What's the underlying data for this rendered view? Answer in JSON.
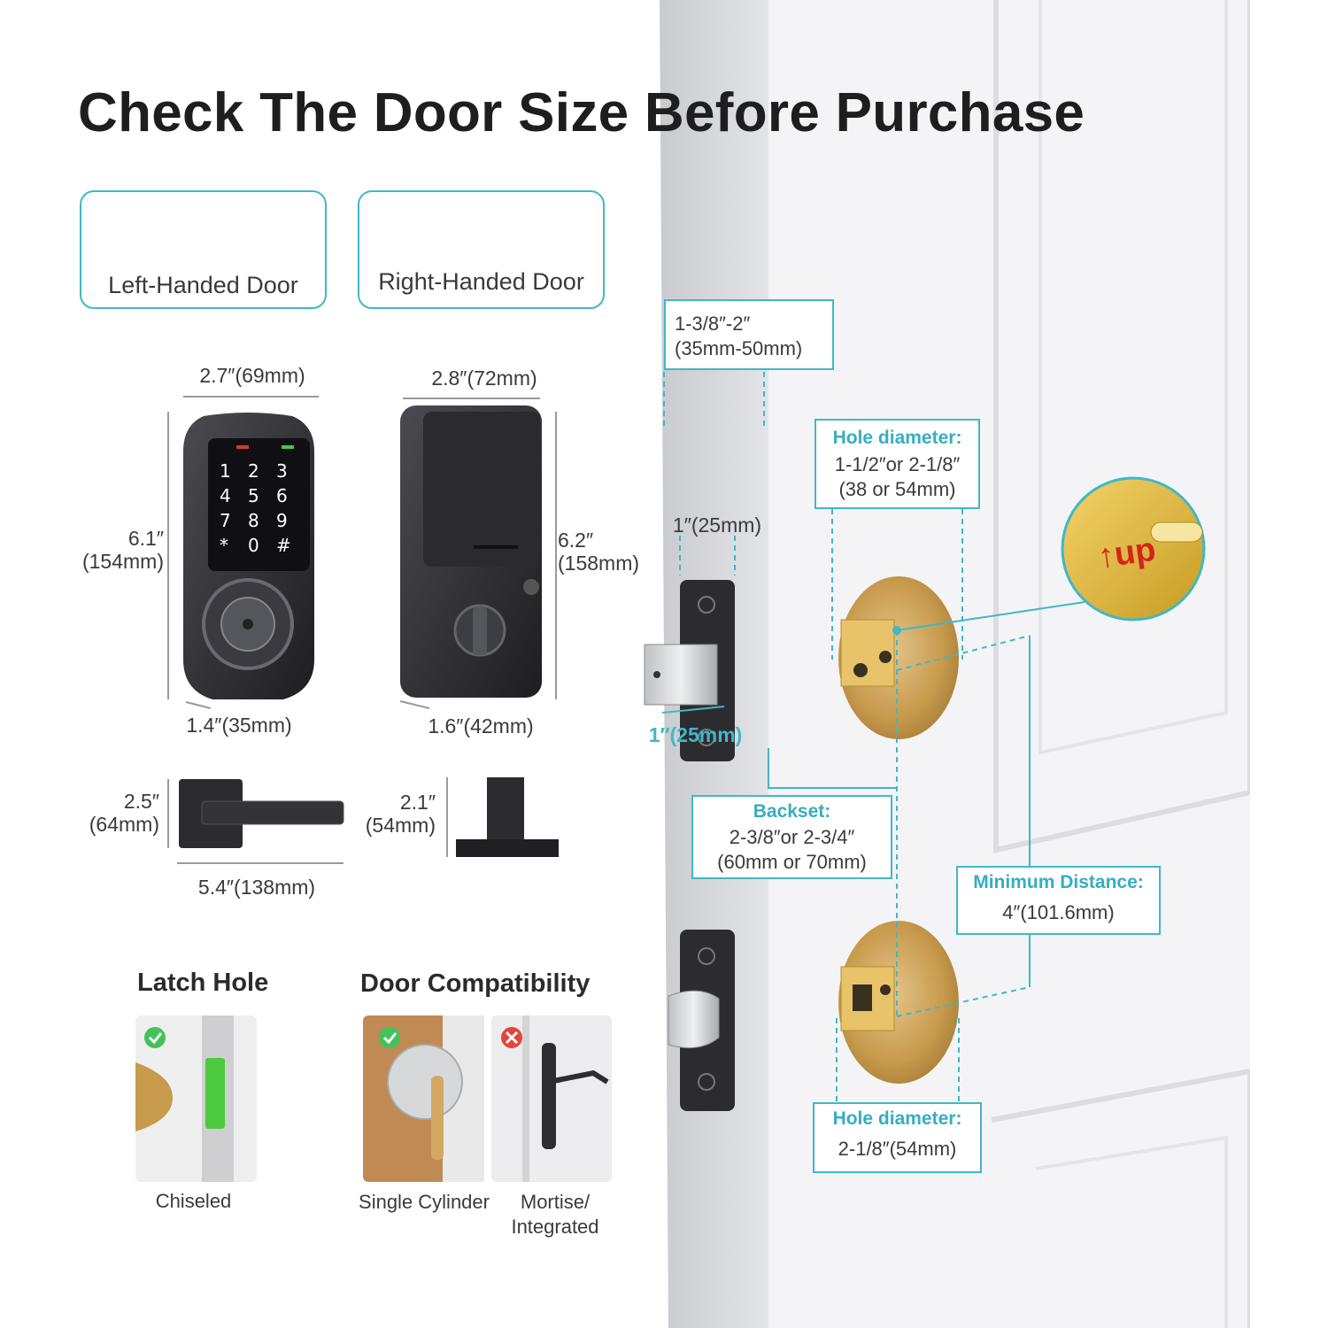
{
  "title": "Check The Door Size Before Purchase",
  "handedness": {
    "left_label": "Left-Handed Door",
    "right_label": "Right-Handed Door"
  },
  "exterior_lock": {
    "width": "2.7″(69mm)",
    "height_in": "6.1″",
    "height_mm": "(154mm)",
    "depth": "1.4″(35mm)",
    "keypad_keys": [
      "1",
      "2",
      "3",
      "4",
      "5",
      "6",
      "7",
      "8",
      "9",
      "*",
      "0",
      "#"
    ]
  },
  "interior_lock": {
    "width": "2.8″(72mm)",
    "height_in": "6.2″",
    "height_mm": "(158mm)",
    "depth": "1.6″(42mm)"
  },
  "lever": {
    "height_in": "2.5″",
    "height_mm": "(64mm)",
    "length": "5.4″(138mm)"
  },
  "lever_side": {
    "height_in": "2.1″",
    "height_mm": "(54mm)"
  },
  "door_thickness": {
    "line1": "1-3/8″-2″",
    "line2": "(35mm-50mm)"
  },
  "latch": {
    "plate_width": "1″(25mm)",
    "bolt_length": "1″(25mm)"
  },
  "hole_diameter_top": {
    "head": "Hole diameter:",
    "line1": "1-1/2″or 2-1/8″",
    "line2": "(38 or 54mm)"
  },
  "up_marker": "↑up",
  "backset": {
    "head": "Backset:",
    "line1": "2-3/8″or 2-3/4″",
    "line2": "(60mm or 70mm)"
  },
  "minimum_distance": {
    "head": "Minimum Distance:",
    "value": "4″(101.6mm)"
  },
  "hole_diameter_bottom": {
    "head": "Hole diameter:",
    "value": "2-1/8″(54mm)"
  },
  "latch_hole": {
    "title": "Latch Hole",
    "label": "Chiseled"
  },
  "door_compatibility": {
    "title": "Door Compatibility",
    "single_label": "Single Cylinder",
    "mortise_line1": "Mortise/",
    "mortise_line2": "Integrated"
  },
  "colors": {
    "accent": "#3fb8c8",
    "accent_text": "#36aec0",
    "ok": "#44c25a",
    "no": "#e2453c",
    "lock_finish": "#2f2f33",
    "brass": "#c9a052"
  }
}
